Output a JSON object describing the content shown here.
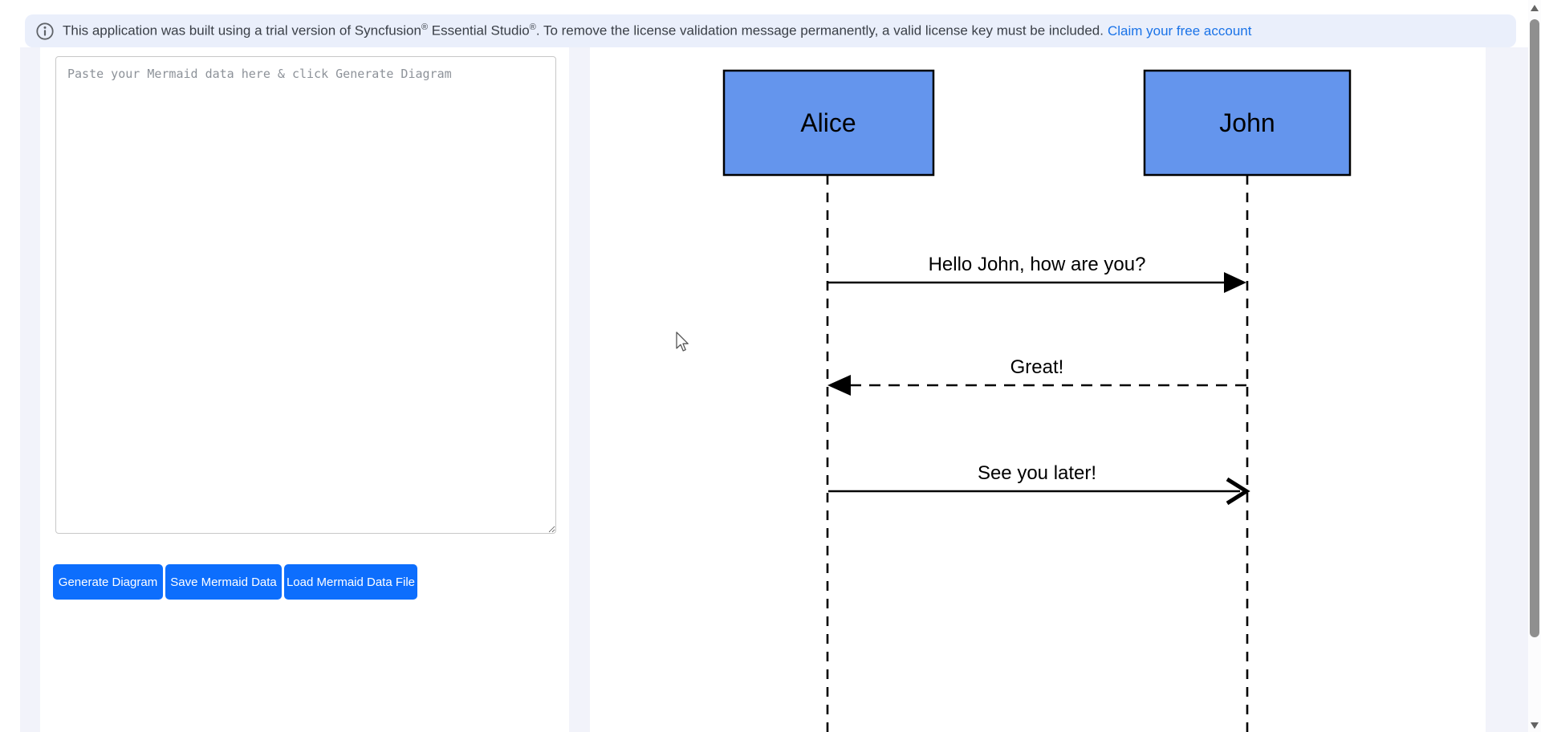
{
  "banner": {
    "icon": "info-icon",
    "text_part1": "This application was built using a trial version of Syncfusion",
    "sup1": "®",
    "text_part2": " Essential Studio",
    "sup2": "®",
    "text_part3": ". To remove the license validation message permanently, a valid license key must be included.",
    "link_label": "Claim your free account"
  },
  "editor": {
    "placeholder": "Paste your Mermaid data here & click Generate Diagram",
    "value": ""
  },
  "toolbar": {
    "generate_label": "Generate Diagram",
    "save_label": "Save Mermaid Data",
    "load_label": "Load Mermaid Data File"
  },
  "diagram": {
    "type": "mermaid-sequence-diagram",
    "actors": [
      {
        "name": "Alice"
      },
      {
        "name": "John"
      }
    ],
    "messages": [
      {
        "from": "Alice",
        "to": "John",
        "text": "Hello John, how are you?",
        "line": "solid",
        "arrowhead": "filled"
      },
      {
        "from": "John",
        "to": "Alice",
        "text": "Great!",
        "line": "dashed",
        "arrowhead": "filled"
      },
      {
        "from": "Alice",
        "to": "John",
        "text": "See you later!",
        "line": "solid",
        "arrowhead": "open"
      }
    ]
  },
  "colors": {
    "banner_bg": "#eaeffb",
    "link_blue": "#1a73e8",
    "button_blue": "#0d6efd",
    "actor_fill": "#6495ED",
    "actor_stroke": "#000000",
    "page_gutter": "#f2f3fa",
    "scrollbar_thumb": "#8f8f8f"
  }
}
